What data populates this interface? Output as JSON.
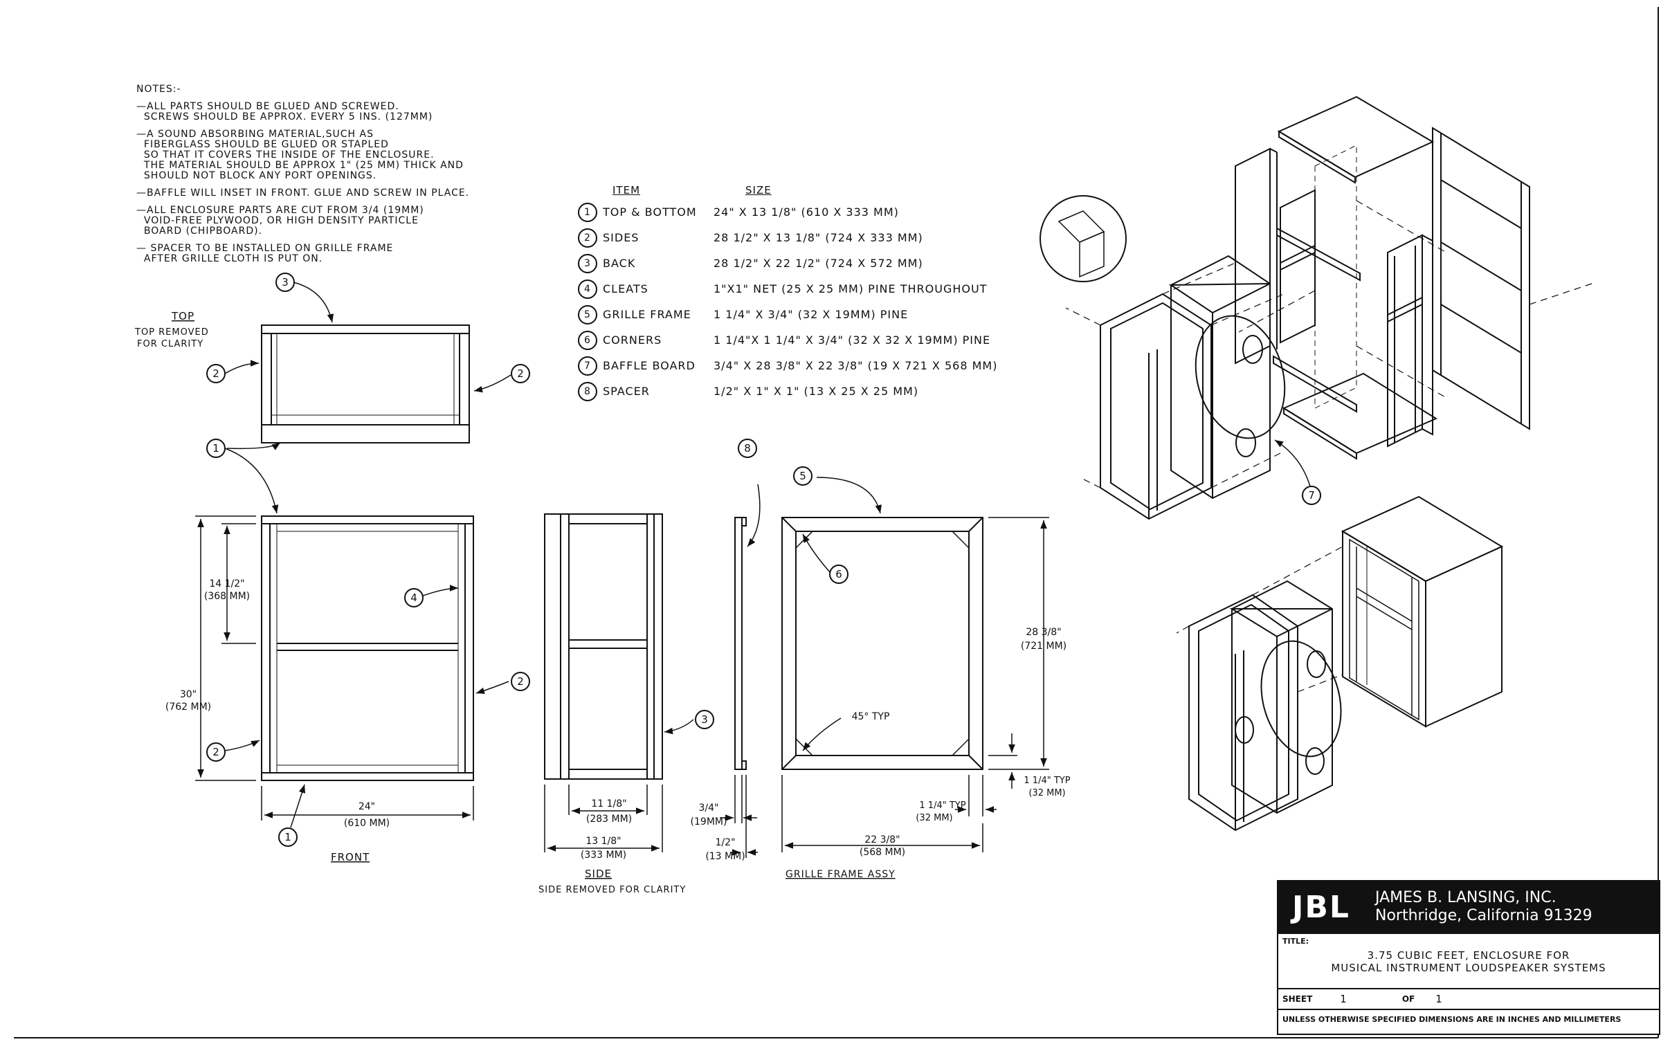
{
  "notes": {
    "heading": "NOTES:-",
    "items": [
      {
        "lines": [
          "—ALL PARTS SHOULD BE GLUED AND SCREWED.",
          "  SCREWS SHOULD BE APPROX. EVERY 5 INS. (127MM)"
        ]
      },
      {
        "lines": [
          "—A SOUND ABSORBING MATERIAL,SUCH AS",
          "  FIBERGLASS SHOULD BE GLUED OR STAPLED",
          "  SO THAT IT COVERS THE INSIDE OF THE ENCLOSURE.",
          "  THE MATERIAL SHOULD BE APPROX 1\" (25 MM) THICK AND",
          "  SHOULD NOT BLOCK ANY PORT OPENINGS."
        ]
      },
      {
        "lines": [
          "—BAFFLE WILL INSET IN FRONT. GLUE AND SCREW IN PLACE."
        ]
      },
      {
        "lines": [
          "—ALL ENCLOSURE PARTS ARE CUT FROM 3/4 (19MM)",
          "  VOID-FREE PLYWOOD, OR HIGH DENSITY PARTICLE",
          "  BOARD (CHIPBOARD)."
        ]
      },
      {
        "lines": [
          "— SPACER TO BE INSTALLED ON GRILLE FRAME",
          "  AFTER GRILLE CLOTH IS PUT ON."
        ]
      }
    ]
  },
  "parts_table": {
    "header_item": "ITEM",
    "header_size": "SIZE",
    "rows": [
      {
        "num": "1",
        "name": "TOP & BOTTOM",
        "size": "24\" X 13 1/8\" (610 X 333 MM)"
      },
      {
        "num": "2",
        "name": "SIDES",
        "size": "28 1/2\" X 13 1/8\" (724 X 333 MM)"
      },
      {
        "num": "3",
        "name": "BACK",
        "size": "28 1/2\" X 22 1/2\" (724 X 572 MM)"
      },
      {
        "num": "4",
        "name": "CLEATS",
        "size": "1\"X1\" NET (25 X 25 MM) PINE THROUGHOUT"
      },
      {
        "num": "5",
        "name": "GRILLE FRAME",
        "size": "1 1/4\" X 3/4\" (32 X 19MM) PINE"
      },
      {
        "num": "6",
        "name": "CORNERS",
        "size": "1 1/4\"X 1 1/4\" X 3/4\" (32 X 32 X 19MM) PINE"
      },
      {
        "num": "7",
        "name": "BAFFLE BOARD",
        "size": "3/4\" X 28 3/8\" X 22 3/8\" (19 X 721 X 568 MM)"
      },
      {
        "num": "8",
        "name": "SPACER",
        "size": "1/2\" X 1\" X 1\" (13 X 25 X 25 MM)"
      }
    ]
  },
  "views": {
    "top_title": "TOP",
    "top_note_1": "TOP REMOVED",
    "top_note_2": "FOR CLARITY",
    "front_title": "FRONT",
    "side_title": "SIDE",
    "side_note": "SIDE REMOVED FOR CLARITY",
    "grille_title": "GRILLE FRAME ASSY"
  },
  "dims": {
    "front_height_in": "30\"",
    "front_height_mm": "(762 MM)",
    "front_cleat_in": "14 1/2\"",
    "front_cleat_mm": "(368 MM)",
    "front_width_in": "24\"",
    "front_width_mm": "(610 MM)",
    "side_inner_in": "11 1/8\"",
    "side_inner_mm": "(283 MM)",
    "side_outer_in": "13 1/8\"",
    "side_outer_mm": "(333 MM)",
    "frame_thk_in": "3/4\"",
    "frame_thk_mm": "(19MM)",
    "spacer_in": "1/2\"",
    "spacer_mm": "(13 MM)",
    "grille_height_in": "28 3/8\"",
    "grille_height_mm": "(721 MM)",
    "grille_width_in": "22 3/8\"",
    "grille_width_mm": "(568 MM)",
    "grille_rail_in": "1 1/4\" TYP",
    "grille_rail_mm": "(32 MM)",
    "grille_rail2_in": "1 1/4\" TYP",
    "grille_rail2_mm": "(32 MM)",
    "angle": "45° TYP"
  },
  "callouts": {
    "c1": "1",
    "c2": "2",
    "c3": "3",
    "c4": "4",
    "c5": "5",
    "c6": "6",
    "c7": "7",
    "c8": "8"
  },
  "title_block": {
    "logo": "JBL",
    "company_line1": "JAMES B. LANSING, INC.",
    "company_line2": "Northridge, California 91329",
    "title_label": "TITLE:",
    "title_line1": "3.75 CUBIC FEET, ENCLOSURE FOR",
    "title_line2": "MUSICAL INSTRUMENT LOUDSPEAKER SYSTEMS",
    "sheet_label": "SHEET",
    "sheet_num": "1",
    "of_label": "OF",
    "of_num": "1",
    "footer": "UNLESS OTHERWISE SPECIFIED DIMENSIONS ARE IN INCHES AND MILLIMETERS"
  }
}
